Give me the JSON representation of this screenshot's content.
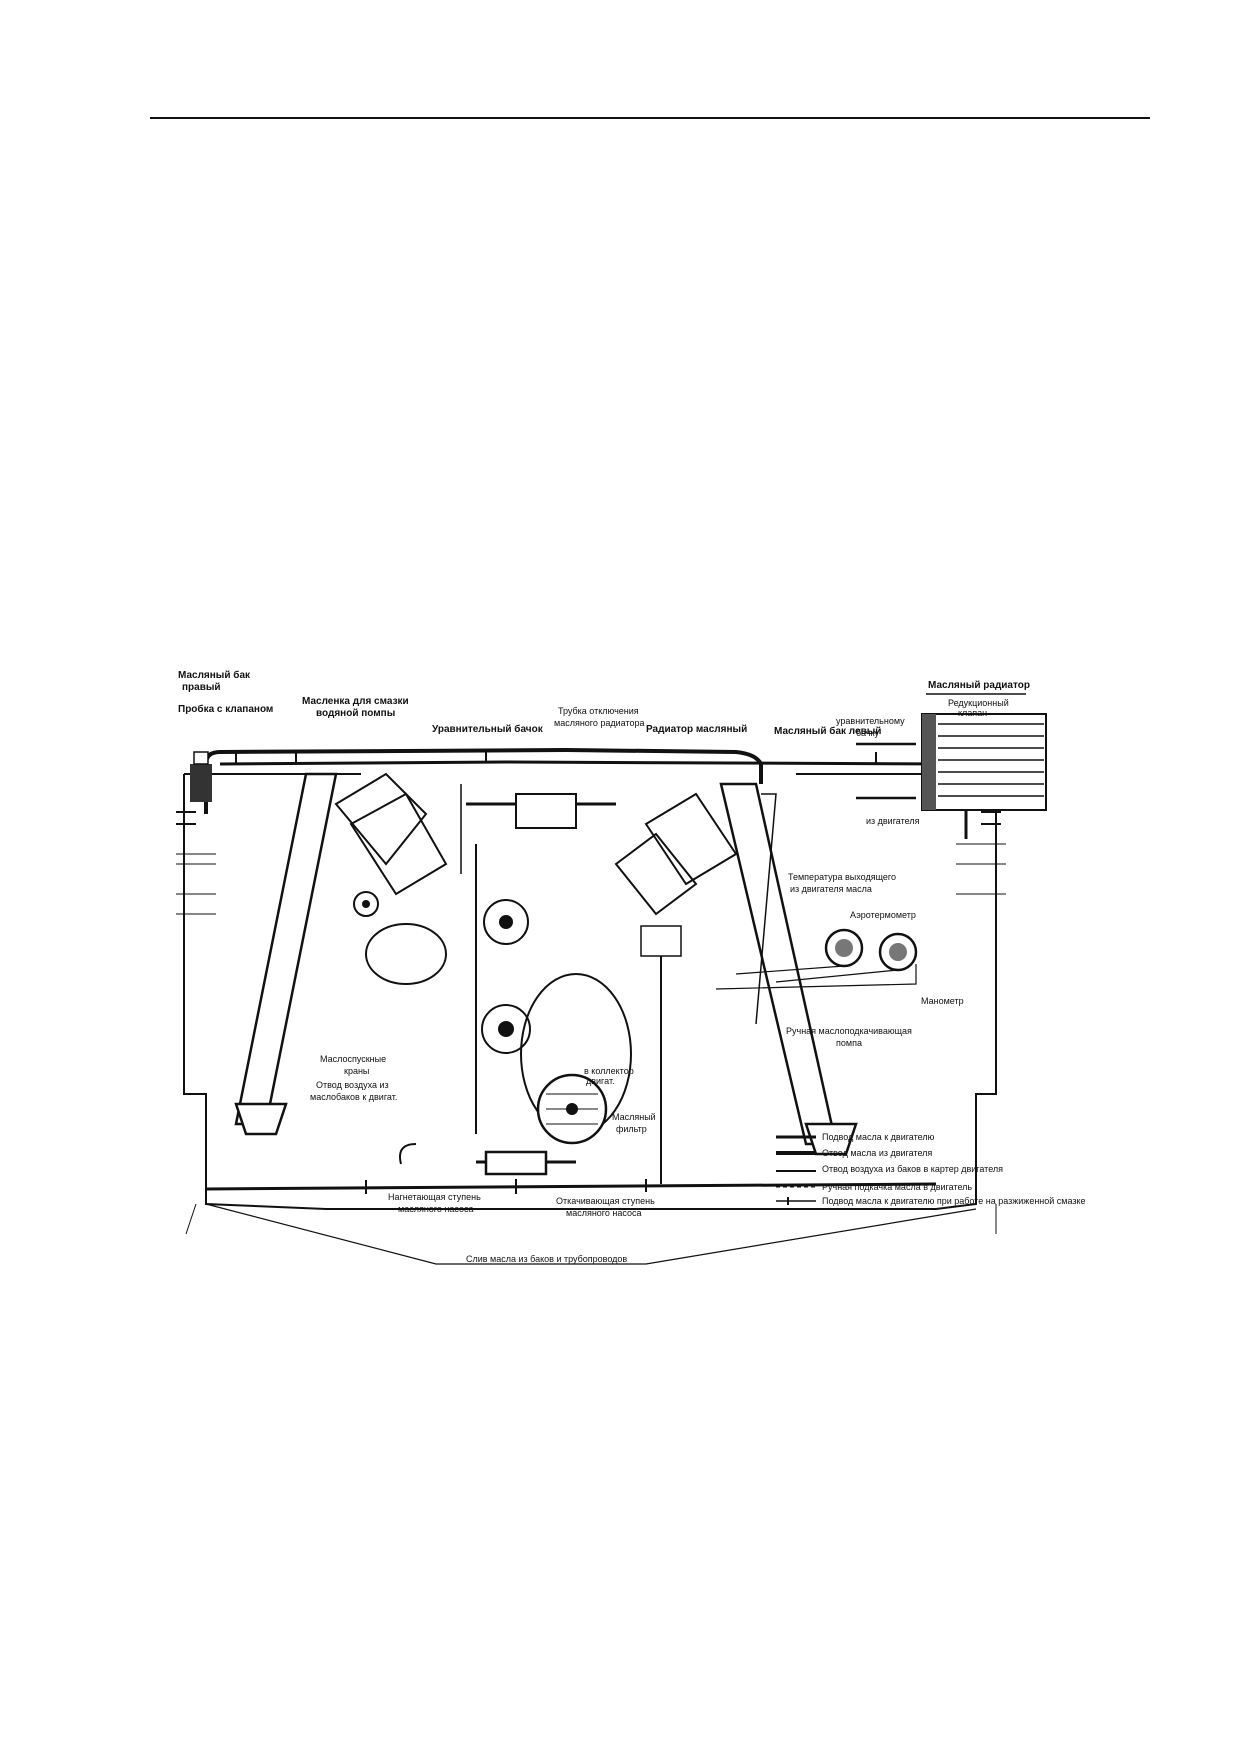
{
  "figure": {
    "labels": {
      "tank_right": [
        "Масляный бак",
        "правый"
      ],
      "plug_valve": "Пробка с клапаном",
      "oiler_water_pump": [
        "Масленка для смазки",
        "водяной помпы"
      ],
      "bypass_tube": [
        "Трубка отключения",
        "масляного радиатора"
      ],
      "equalizing_tank": "Уравнительный бачок",
      "oil_radiator": "Радиатор масляный",
      "tank_left": "Масляный бак левый",
      "radiator_inset_title": "Масляный радиатор",
      "reduction_valve": [
        "Редукционный",
        "клапан"
      ],
      "to_equalizing_tank": [
        "уравнительному",
        "бачку"
      ],
      "from_engine": "из двигателя",
      "temp_output": [
        "Температура выходящего",
        "из двигателя масла"
      ],
      "aerothermometer": "Аэротермометр",
      "manometer": "Манометр",
      "hand_pump": [
        "Ручная маслоподкачивающая",
        "помпа"
      ],
      "oil_drain_valve": [
        "Маслоспускные",
        "краны"
      ],
      "air_vent": [
        "Отвод воздуха из",
        "маслобаков к двигат."
      ],
      "to_engine_manifold": [
        "в коллектор",
        "двигат."
      ],
      "oil_filter": [
        "Масляный",
        "фильтр"
      ],
      "pressure_stage": [
        "Нагнетающая ступень",
        "масляного насоса"
      ],
      "scavenge_stage": [
        "Откачивающая ступень",
        "масляного насоса"
      ],
      "drain": "Слив масла из баков и трубопроводов"
    },
    "legend": [
      "Подвод масла к двигателю",
      "Отвод масла из двигателя",
      "Отвод воздуха из баков в картер двигателя",
      "Ручная подкачка масла в двигатель",
      "Подвод масла к двигателю при работе на разжиженной смазке"
    ]
  }
}
